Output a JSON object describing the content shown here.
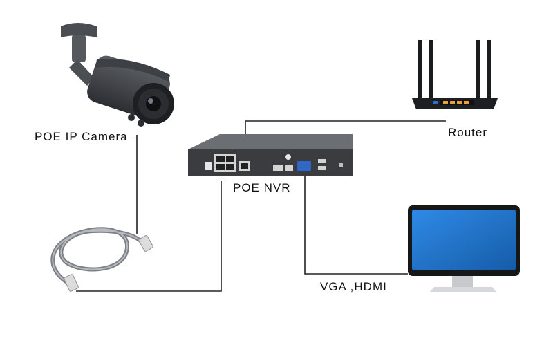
{
  "labels": {
    "camera": "POE IP Camera",
    "router": "Router",
    "nvr": "POE NVR",
    "video": "VGA ,HDMI"
  },
  "icons": {
    "camera": "bullet-camera-icon",
    "router": "wifi-router-icon",
    "nvr": "nvr-recorder-icon",
    "cable": "ethernet-cable-icon",
    "monitor": "monitor-icon"
  },
  "colors": {
    "device_body": "#3a3c40",
    "line": "#222222",
    "screen": "#1f78d8",
    "port_orange": "#e8a23a"
  }
}
